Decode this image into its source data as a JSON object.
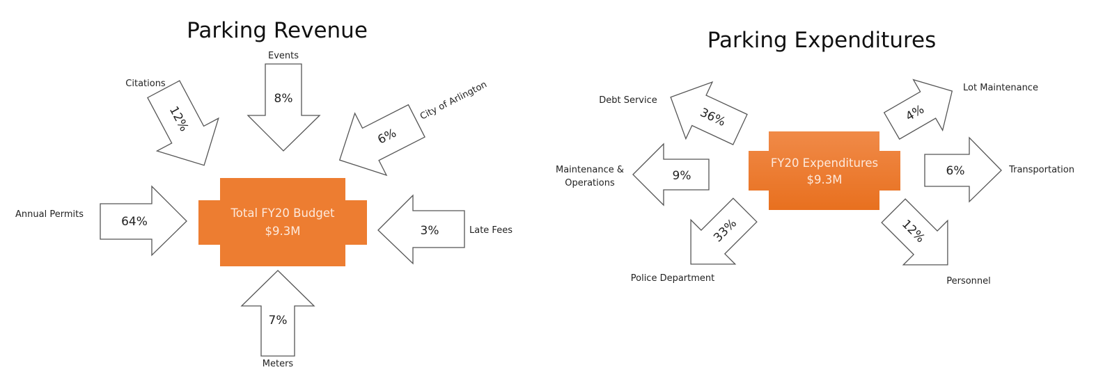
{
  "colors": {
    "hub_fill": "#ED7D31",
    "hub_fill_light": "#F08A48",
    "hub_fill_dark": "#E8701F",
    "arrow_stroke": "#555555",
    "hub_text": "#FDE9DC"
  },
  "revenue": {
    "title": "Parking Revenue",
    "hub": {
      "line1": "Total FY20 Budget",
      "line2": "$9.3M"
    },
    "flow": "inflow",
    "items": [
      {
        "label": "Annual Permits",
        "percent": "64%",
        "value": 64,
        "direction": "right"
      },
      {
        "label": "Citations",
        "percent": "12%",
        "value": 12,
        "direction": "down-right"
      },
      {
        "label": "Events",
        "percent": "8%",
        "value": 8,
        "direction": "down"
      },
      {
        "label": "Meters",
        "percent": "7%",
        "value": 7,
        "direction": "up"
      },
      {
        "label": "City of Arlington",
        "percent": "6%",
        "value": 6,
        "direction": "down-left"
      },
      {
        "label": "Late Fees",
        "percent": "3%",
        "value": 3,
        "direction": "left"
      }
    ]
  },
  "expenditures": {
    "title": "Parking Expenditures",
    "hub": {
      "line1": "FY20 Expenditures",
      "line2": "$9.3M"
    },
    "flow": "outflow",
    "items": [
      {
        "label": "Debt Service",
        "percent": "36%",
        "value": 36,
        "direction": "up-left"
      },
      {
        "label": "Police Department",
        "percent": "33%",
        "value": 33,
        "direction": "down-left"
      },
      {
        "label": "Personnel",
        "percent": "12%",
        "value": 12,
        "direction": "down-right"
      },
      {
        "label_line1": "Maintenance &",
        "label_line2": "Operations",
        "percent": "9%",
        "value": 9,
        "direction": "left"
      },
      {
        "label": "Transportation",
        "percent": "6%",
        "value": 6,
        "direction": "right"
      },
      {
        "label": "Lot Maintenance",
        "percent": "4%",
        "value": 4,
        "direction": "up-right"
      }
    ]
  }
}
